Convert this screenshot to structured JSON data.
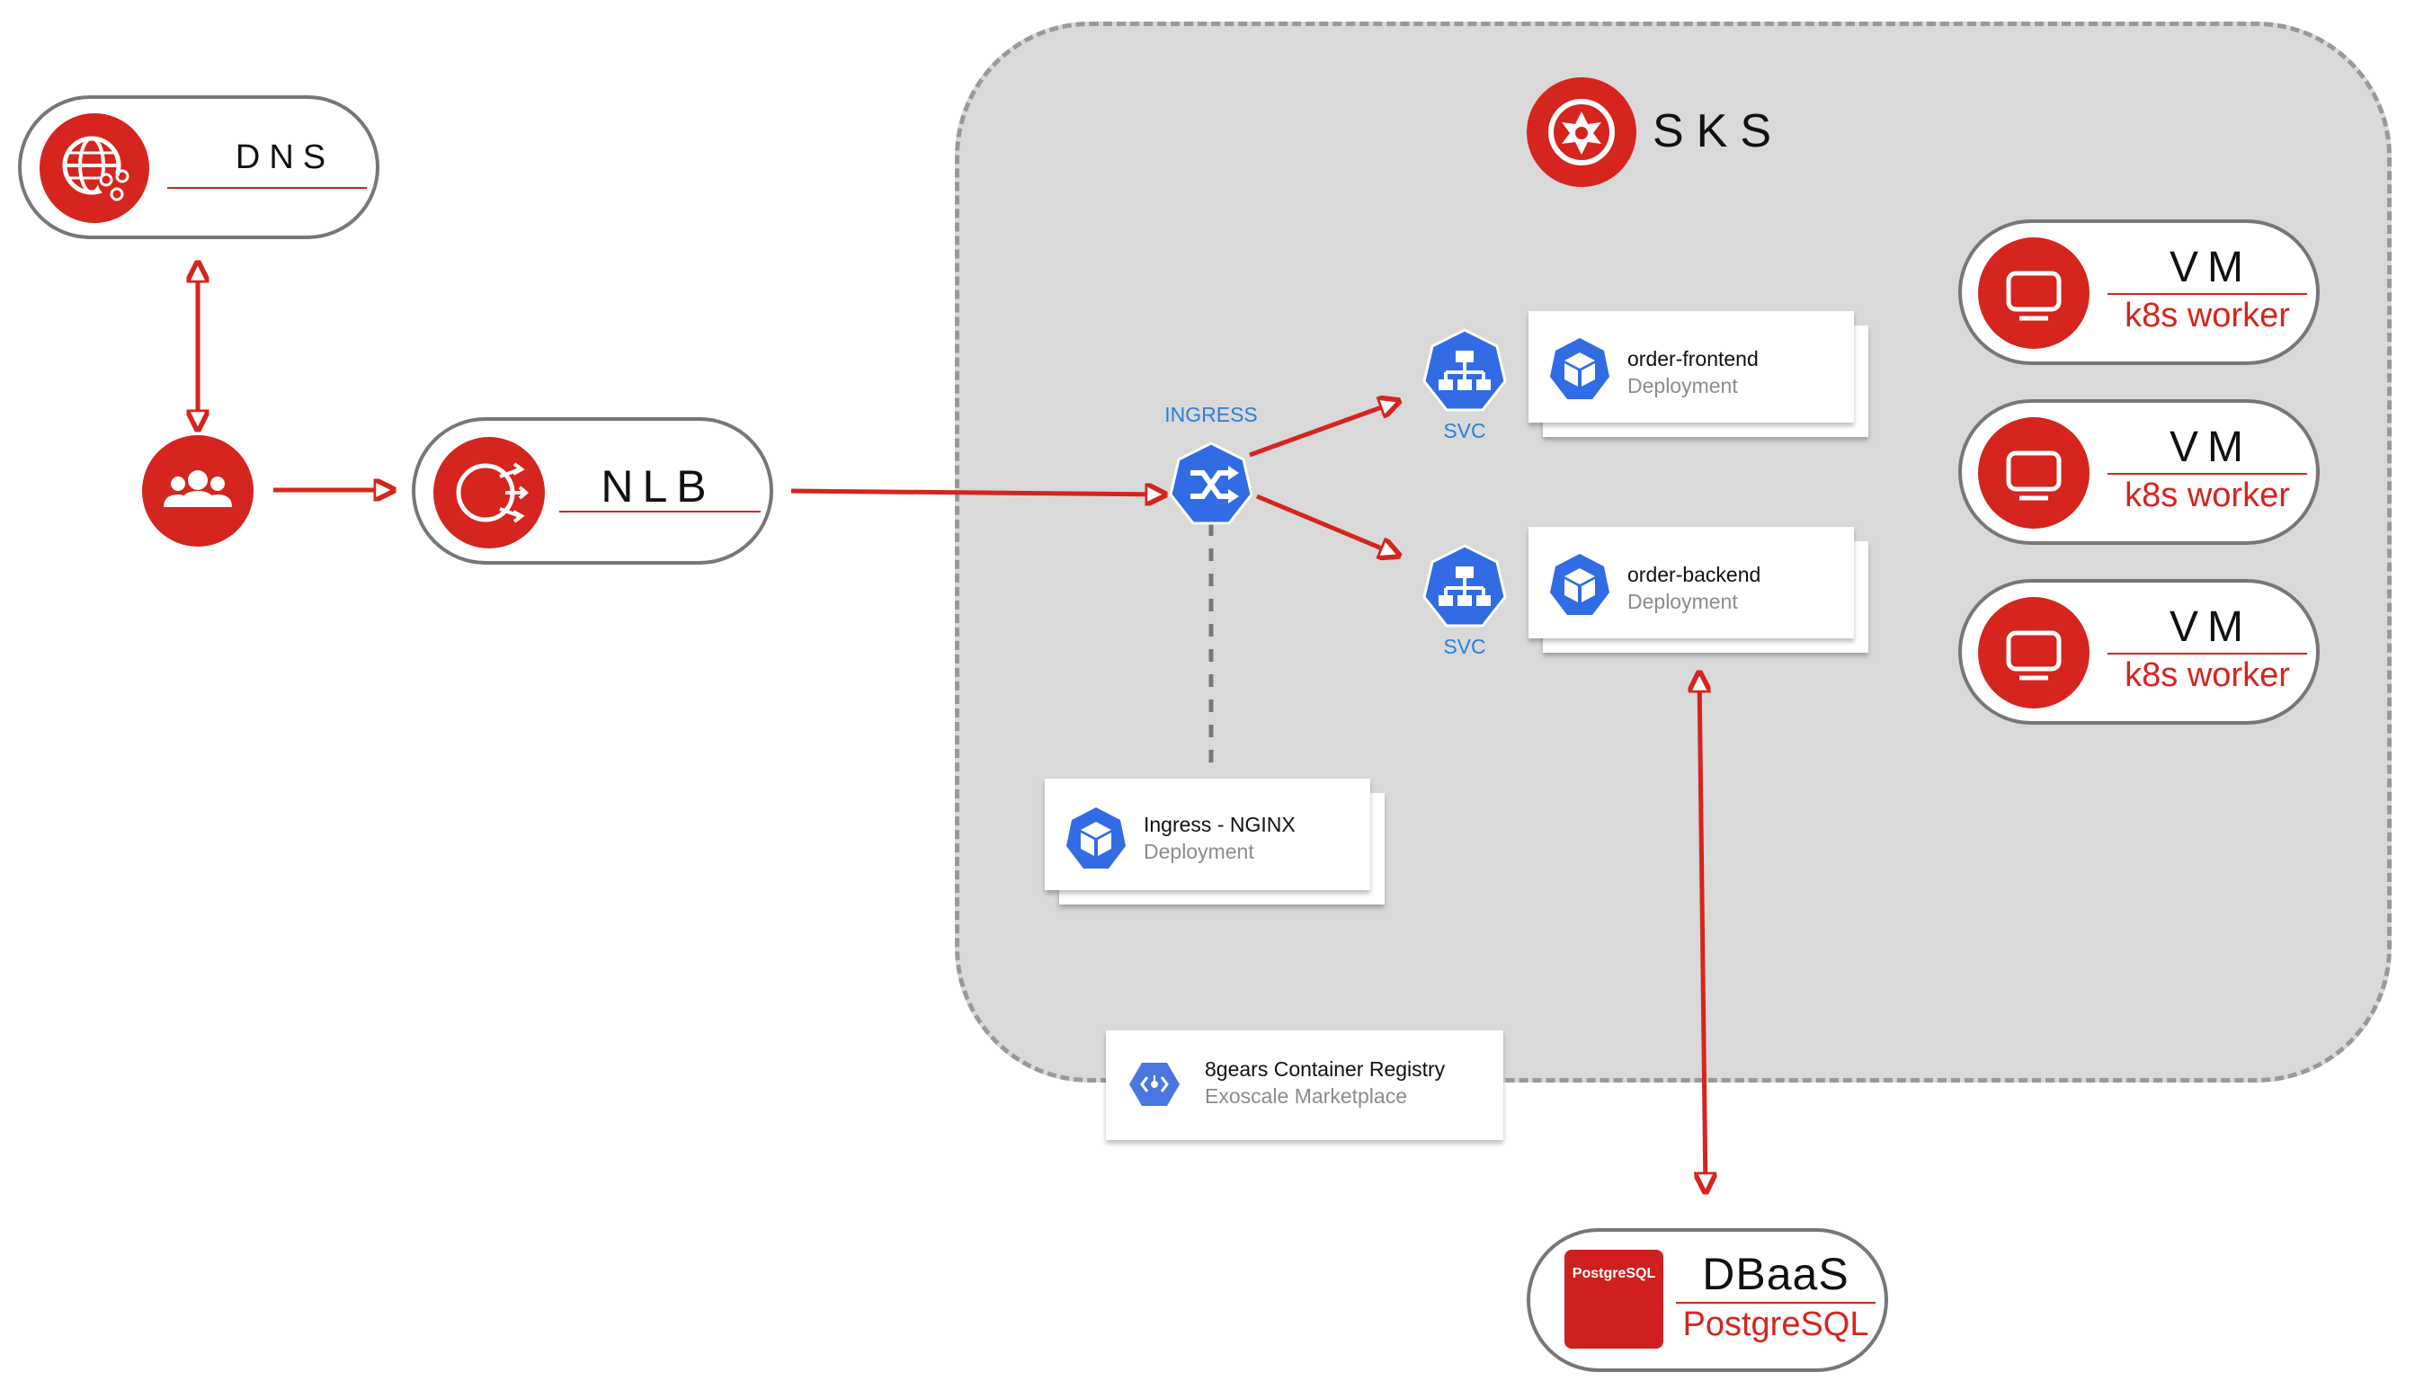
{
  "dns": {
    "label": "DNS",
    "icon": "globe-network-icon"
  },
  "users": {
    "icon": "users-group-icon"
  },
  "nlb": {
    "label": "NLB",
    "icon": "load-balancer-icon"
  },
  "sks": {
    "label": "SKS",
    "icon": "sks-kubernetes-icon"
  },
  "ingress": {
    "label": "INGRESS",
    "icon": "ingress-shuffle-icon"
  },
  "services": [
    {
      "label": "SVC",
      "icon": "svc-network-icon"
    },
    {
      "label": "SVC",
      "icon": "svc-network-icon"
    }
  ],
  "deployments": [
    {
      "title": "order-frontend",
      "subtitle": "Deployment"
    },
    {
      "title": "order-backend",
      "subtitle": "Deployment"
    },
    {
      "title": "Ingress - NGINX",
      "subtitle": "Deployment"
    }
  ],
  "workers": [
    {
      "title": "VM",
      "subtitle": "k8s worker"
    },
    {
      "title": "VM",
      "subtitle": "k8s worker"
    },
    {
      "title": "VM",
      "subtitle": "k8s worker"
    }
  ],
  "registry": {
    "title": "8gears Container Registry",
    "subtitle": "Exoscale Marketplace"
  },
  "dbaas": {
    "title": "DBaaS",
    "subtitle": "PostgreSQL",
    "logo_text": "PostgreSQL"
  },
  "colors": {
    "accent_red": "#d6251e",
    "k8s_blue": "#326ce5",
    "cluster_bg": "#d9d9d9"
  }
}
